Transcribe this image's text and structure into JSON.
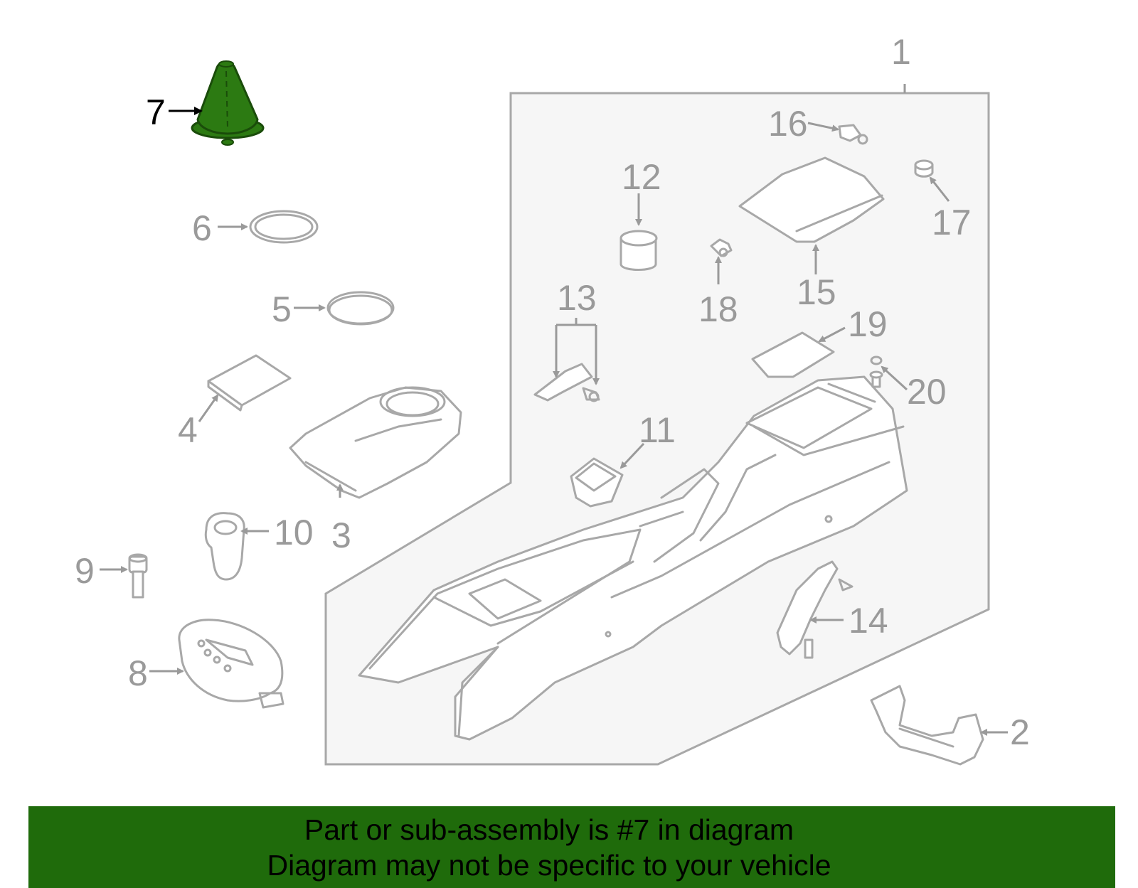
{
  "diagram": {
    "callouts": [
      "1",
      "2",
      "3",
      "4",
      "5",
      "6",
      "7",
      "8",
      "9",
      "10",
      "11",
      "12",
      "13",
      "14",
      "15",
      "16",
      "17",
      "18",
      "19",
      "20"
    ],
    "highlighted_callout": "7",
    "highlight_color": "#2c7a12",
    "panel_color": "#f6f6f6",
    "line_color": "#a8a8a8"
  },
  "banner": {
    "line1": "Part or sub-assembly is #7 in diagram",
    "line2": "Diagram may not be specific to your vehicle",
    "background": "#1f6b0b"
  }
}
